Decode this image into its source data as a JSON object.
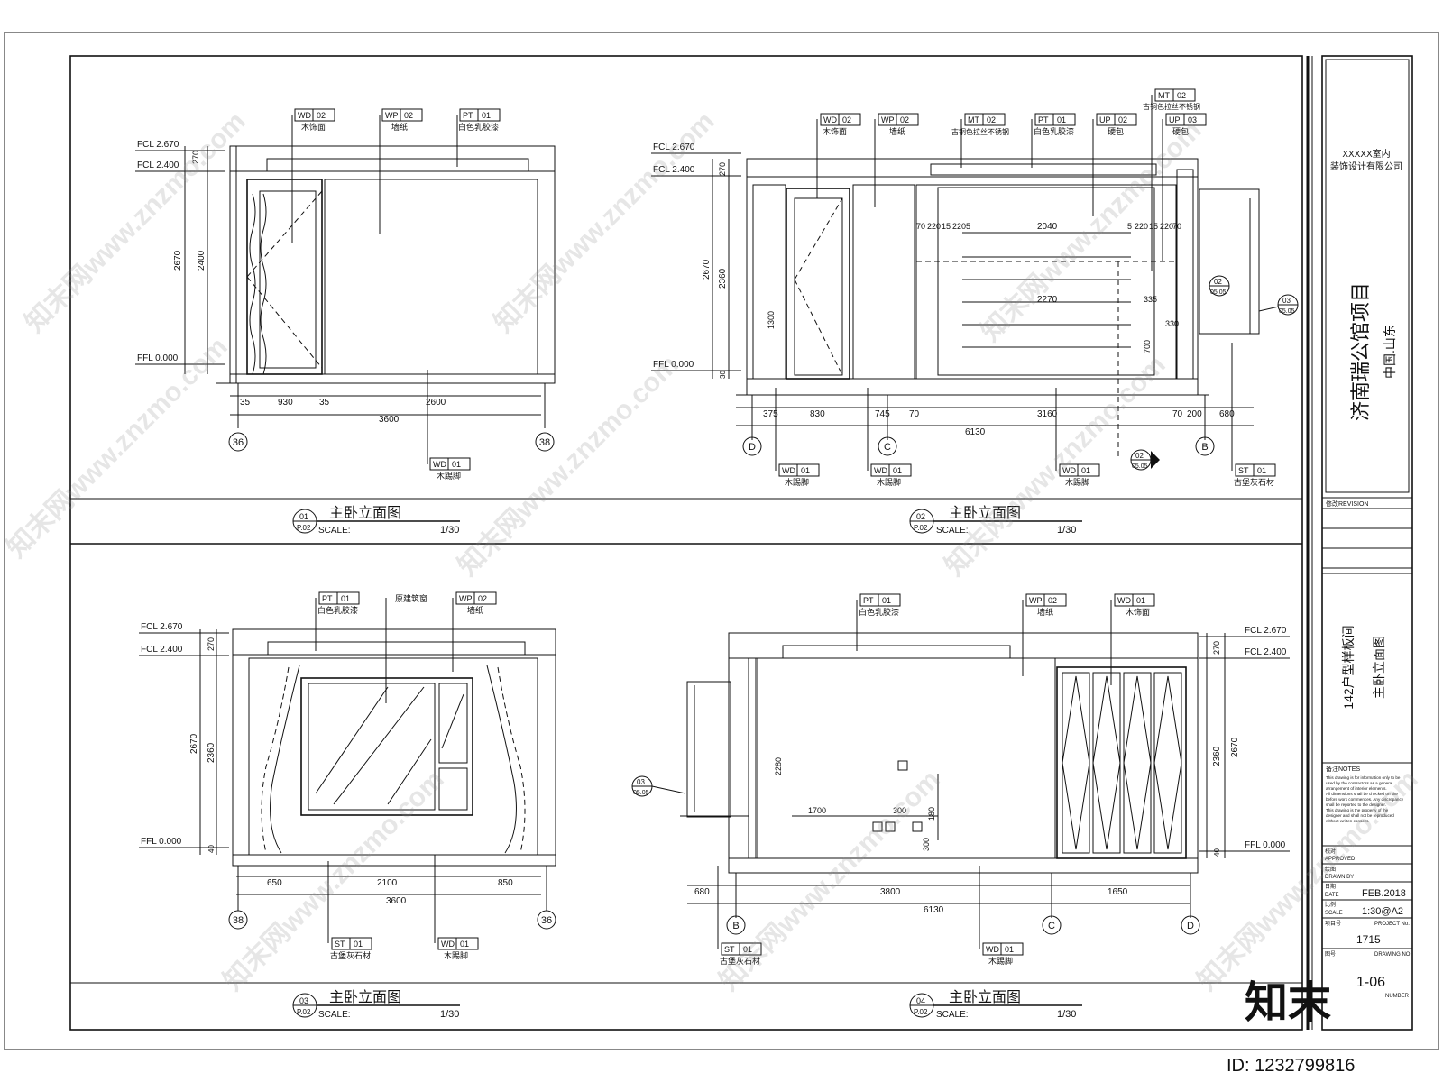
{
  "company": {
    "line1": "XXXXX室内",
    "line2": "装饰设计有限公司"
  },
  "project": {
    "name": "济南瑞公馆项目",
    "location": "中国.山东"
  },
  "revision_label": "修改REVISION",
  "drawing": {
    "name": "142户型样板间",
    "sub": "主卧立面图"
  },
  "notes": {
    "title": "备注NOTES",
    "lines": [
      "This drawing is for information only to be",
      "used by the contractors as a general",
      "arrangement of interior elements.",
      "All dimensions shall be checked on site",
      "before work commences. Any discrepancy",
      "shall be reported to the designer.",
      "This drawing is the property of the",
      "designer and shall not be reproduced",
      "without written consent."
    ]
  },
  "titleblock": {
    "approved_cn": "校对",
    "approved_en": "APPROVED",
    "drawn_cn": "绘图",
    "drawn_en": "DRAWN BY",
    "date_cn": "日期",
    "date_en": "DATE",
    "date_value": "FEB.2018",
    "scale_cn": "比例",
    "scale_en": "SCALE",
    "scale_value": "1:30@A2",
    "project_cn": "项目号",
    "project_en": "PROJECT No.",
    "project_value": "1715",
    "drawing_cn": "图号",
    "drawing_en": "DRAWING NO.",
    "number_en": "NUMBER",
    "number_value": "1-06"
  },
  "brand": {
    "logo": "知末",
    "id_text": "ID: 1232799816",
    "watermark": "知末网www.znzmo.com"
  },
  "levels": {
    "fcl_top": "FCL 2.670",
    "fcl_mid": "FCL 2.400",
    "ffl": "FFL 0.000"
  },
  "panels": [
    {
      "title": "主卧立面图",
      "num": "01",
      "sheet": "P.02",
      "scale_label": "SCALE:",
      "scale": "1/30",
      "tags": [
        {
          "code": "WD",
          "num": "02",
          "label": "木饰面"
        },
        {
          "code": "WP",
          "num": "02",
          "label": "墙纸"
        },
        {
          "code": "PT",
          "num": "01",
          "label": "白色乳胶漆"
        },
        {
          "code": "WD",
          "num": "01",
          "label": "木踢脚"
        }
      ],
      "vdims": [
        "270",
        "2670",
        "2400"
      ],
      "hdims": [
        "35",
        "930",
        "35",
        "2600",
        "3600"
      ],
      "axes": [
        "36",
        "38"
      ]
    },
    {
      "title": "主卧立面图",
      "num": "02",
      "sheet": "P.02",
      "scale_label": "SCALE:",
      "scale": "1/30",
      "tags": [
        {
          "code": "WD",
          "num": "02",
          "label": "木饰面"
        },
        {
          "code": "WP",
          "num": "02",
          "label": "墙纸"
        },
        {
          "code": "MT",
          "num": "02",
          "label": "古铜色拉丝不锈钢"
        },
        {
          "code": "PT",
          "num": "01",
          "label": "白色乳胶漆"
        },
        {
          "code": "UP",
          "num": "02",
          "label": "硬包"
        },
        {
          "code": "MT",
          "num": "02",
          "label": "古铜色拉丝不锈钢"
        },
        {
          "code": "UP",
          "num": "03",
          "label": "硬包"
        },
        {
          "code": "WD",
          "num": "01",
          "label": "木踢脚"
        },
        {
          "code": "WD",
          "num": "01",
          "label": "木踢脚"
        },
        {
          "code": "WD",
          "num": "01",
          "label": "木踢脚"
        },
        {
          "code": "ST",
          "num": "01",
          "label": "古堡灰石材"
        }
      ],
      "vdims": [
        "270",
        "2670",
        "2360",
        "1300",
        "30"
      ],
      "inner": [
        "70",
        "220",
        "15",
        "2205",
        "2040",
        "5",
        "220",
        "15",
        "220",
        "70",
        "2270",
        "335",
        "330",
        "700"
      ],
      "hdims": [
        "375",
        "830",
        "745",
        "70",
        "3160",
        "70",
        "200",
        "680",
        "6130"
      ],
      "axes": [
        "D",
        "C",
        "B"
      ],
      "callouts": [
        {
          "num": "02",
          "sheet": "05.05"
        },
        {
          "num": "03",
          "sheet": "05.05"
        },
        {
          "num": "02",
          "sheet": "05.05"
        }
      ]
    },
    {
      "title": "主卧立面图",
      "num": "03",
      "sheet": "P.02",
      "scale_label": "SCALE:",
      "scale": "1/30",
      "tags": [
        {
          "code": "PT",
          "num": "01",
          "label": "白色乳胶漆"
        },
        {
          "code": "",
          "num": "",
          "label": "原建筑窗"
        },
        {
          "code": "WP",
          "num": "02",
          "label": "墙纸"
        },
        {
          "code": "ST",
          "num": "01",
          "label": "古堡灰石材"
        },
        {
          "code": "WD",
          "num": "01",
          "label": "木踢脚"
        }
      ],
      "vdims": [
        "270",
        "2670",
        "2360",
        "40"
      ],
      "hdims": [
        "650",
        "2100",
        "850",
        "3600"
      ],
      "axes": [
        "38",
        "36"
      ]
    },
    {
      "title": "主卧立面图",
      "num": "04",
      "sheet": "P.02",
      "scale_label": "SCALE:",
      "scale": "1/30",
      "tags": [
        {
          "code": "PT",
          "num": "01",
          "label": "白色乳胶漆"
        },
        {
          "code": "WP",
          "num": "02",
          "label": "墙纸"
        },
        {
          "code": "WD",
          "num": "01",
          "label": "木饰面"
        },
        {
          "code": "ST",
          "num": "01",
          "label": "古堡灰石材"
        },
        {
          "code": "WD",
          "num": "01",
          "label": "木踢脚"
        }
      ],
      "vdims": [
        "270",
        "2670",
        "2360",
        "40"
      ],
      "inner": [
        "2280",
        "1700",
        "300",
        "180",
        "300"
      ],
      "hdims": [
        "680",
        "3800",
        "1650",
        "6130"
      ],
      "axes": [
        "B",
        "C",
        "D"
      ],
      "callouts": [
        {
          "num": "03",
          "sheet": "05.05"
        }
      ]
    }
  ]
}
